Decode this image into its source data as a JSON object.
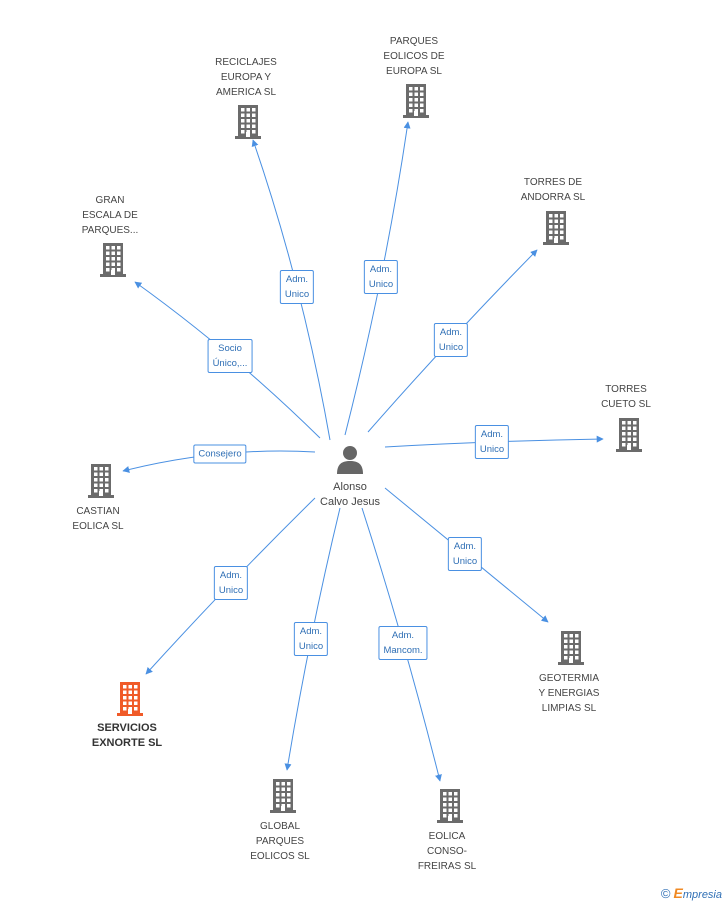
{
  "center": {
    "name": "Alonso\nCalvo Jesus",
    "icon": "person-icon"
  },
  "nodes": [
    {
      "id": "reciclajes",
      "label": "RECICLAJES\nEUROPA Y\nAMERICA SL",
      "icon": "building-icon",
      "color": "#6b6b6b",
      "highlight": false
    },
    {
      "id": "parques-eolicos-europa",
      "label": "PARQUES\nEOLICOS DE\nEUROPA SL",
      "icon": "building-icon",
      "color": "#6b6b6b",
      "highlight": false
    },
    {
      "id": "torres-andorra",
      "label": "TORRES DE\nANDORRA SL",
      "icon": "building-icon",
      "color": "#6b6b6b",
      "highlight": false
    },
    {
      "id": "gran-escala",
      "label": "GRAN\nESCALA DE\nPARQUES...",
      "icon": "building-icon",
      "color": "#6b6b6b",
      "highlight": false
    },
    {
      "id": "torres-cueto",
      "label": "TORRES\nCUETO SL",
      "icon": "building-icon",
      "color": "#6b6b6b",
      "highlight": false
    },
    {
      "id": "castian",
      "label": "CASTIAN\nEOLICA SL",
      "icon": "building-icon",
      "color": "#6b6b6b",
      "highlight": false
    },
    {
      "id": "geotermia",
      "label": "GEOTERMIA\nY ENERGIAS\nLIMPIAS SL",
      "icon": "building-icon",
      "color": "#6b6b6b",
      "highlight": false
    },
    {
      "id": "servicios-exnorte",
      "label": "SERVICIOS\nEXNORTE SL",
      "icon": "building-icon",
      "color": "#f05a28",
      "highlight": true
    },
    {
      "id": "global-parques",
      "label": "GLOBAL\nPARQUES\nEOLICOS SL",
      "icon": "building-icon",
      "color": "#6b6b6b",
      "highlight": false
    },
    {
      "id": "eolica-conso",
      "label": "EOLICA\nCONSO-\nFREIRAS SL",
      "icon": "building-icon",
      "color": "#6b6b6b",
      "highlight": false
    }
  ],
  "edges": [
    {
      "to": "reciclajes",
      "label": "Adm.\nUnico"
    },
    {
      "to": "parques-eolicos-europa",
      "label": "Adm.\nUnico"
    },
    {
      "to": "torres-andorra",
      "label": "Adm.\nUnico"
    },
    {
      "to": "gran-escala",
      "label": "Socio\nÚnico,..."
    },
    {
      "to": "torres-cueto",
      "label": "Adm.\nUnico"
    },
    {
      "to": "castian",
      "label": "Consejero"
    },
    {
      "to": "geotermia",
      "label": "Adm.\nUnico"
    },
    {
      "to": "servicios-exnorte",
      "label": "Adm.\nUnico"
    },
    {
      "to": "global-parques",
      "label": "Adm.\nUnico"
    },
    {
      "to": "eolica-conso",
      "label": "Adm.\nMancom."
    }
  ],
  "colors": {
    "edge": "#4a90e2",
    "building": "#6b6b6b",
    "highlight": "#f05a28",
    "person": "#666666"
  },
  "watermark": {
    "copyright": "©",
    "brand_initial": "E",
    "brand_rest": "mpresia"
  }
}
